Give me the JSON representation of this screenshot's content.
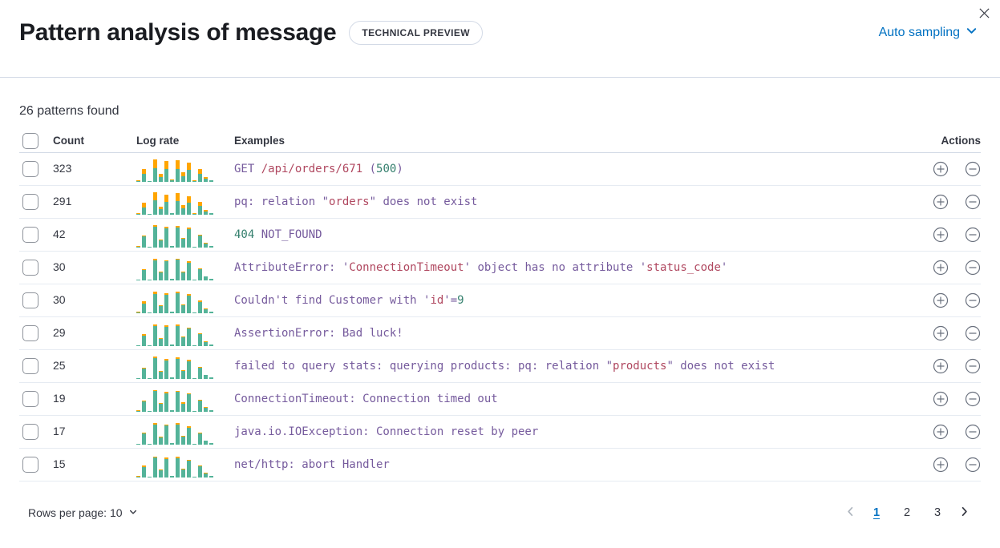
{
  "header": {
    "title": "Pattern analysis of message",
    "badge": "TECHNICAL PREVIEW",
    "sampling_label": "Auto sampling"
  },
  "summary": "26 patterns found",
  "table": {
    "columns": {
      "count": "Count",
      "log_rate": "Log rate",
      "examples": "Examples",
      "actions": "Actions"
    },
    "rows": [
      {
        "count": "323",
        "example": [
          {
            "t": "GET ",
            "c": "f"
          },
          {
            "t": "/api/orders/671",
            "c": "v"
          },
          {
            "t": " (",
            "c": "f"
          },
          {
            "t": "500",
            "c": "n"
          },
          {
            "t": ")",
            "c": "f"
          }
        ],
        "spark": [
          [
            1,
            1
          ],
          [
            10,
            6
          ],
          [
            1,
            0
          ],
          [
            17,
            11
          ],
          [
            6,
            4
          ],
          [
            16,
            10
          ],
          [
            2,
            1
          ],
          [
            16,
            11
          ],
          [
            7,
            5
          ],
          [
            15,
            9
          ],
          [
            1,
            1
          ],
          [
            10,
            6
          ],
          [
            4,
            2
          ],
          [
            2,
            0
          ]
        ]
      },
      {
        "count": "291",
        "example": [
          {
            "t": "pq: relation \"",
            "c": "f"
          },
          {
            "t": "orders",
            "c": "v"
          },
          {
            "t": "\" does not exist",
            "c": "f"
          }
        ],
        "spark": [
          [
            1,
            1
          ],
          [
            9,
            6
          ],
          [
            1,
            0
          ],
          [
            18,
            10
          ],
          [
            7,
            3
          ],
          [
            16,
            9
          ],
          [
            2,
            0
          ],
          [
            17,
            10
          ],
          [
            8,
            4
          ],
          [
            15,
            8
          ],
          [
            1,
            1
          ],
          [
            11,
            5
          ],
          [
            4,
            2
          ],
          [
            2,
            0
          ]
        ]
      },
      {
        "count": "42",
        "example": [
          {
            "t": "404",
            "c": "n"
          },
          {
            "t": " NOT_FOUND",
            "c": "f"
          }
        ],
        "spark": [
          [
            1,
            1
          ],
          [
            14,
            1
          ],
          [
            1,
            0
          ],
          [
            26,
            2
          ],
          [
            9,
            1
          ],
          [
            24,
            2
          ],
          [
            2,
            0
          ],
          [
            25,
            2
          ],
          [
            11,
            1
          ],
          [
            23,
            2
          ],
          [
            1,
            0
          ],
          [
            15,
            1
          ],
          [
            5,
            1
          ],
          [
            2,
            0
          ]
        ]
      },
      {
        "count": "30",
        "example": [
          {
            "t": "AttributeError: '",
            "c": "f"
          },
          {
            "t": "ConnectionTimeout",
            "c": "v"
          },
          {
            "t": "' object has no attribute '",
            "c": "f"
          },
          {
            "t": "status_code",
            "c": "v"
          },
          {
            "t": "'",
            "c": "f"
          }
        ],
        "spark": [
          [
            1,
            0
          ],
          [
            13,
            1
          ],
          [
            1,
            0
          ],
          [
            25,
            2
          ],
          [
            10,
            1
          ],
          [
            24,
            1
          ],
          [
            2,
            0
          ],
          [
            26,
            1
          ],
          [
            10,
            1
          ],
          [
            22,
            2
          ],
          [
            1,
            0
          ],
          [
            14,
            1
          ],
          [
            5,
            0
          ],
          [
            2,
            0
          ]
        ]
      },
      {
        "count": "30",
        "example": [
          {
            "t": "Couldn't find Customer with '",
            "c": "f"
          },
          {
            "t": "id",
            "c": "v"
          },
          {
            "t": "'=",
            "c": "f"
          },
          {
            "t": "9",
            "c": "n"
          }
        ],
        "spark": [
          [
            1,
            1
          ],
          [
            12,
            3
          ],
          [
            1,
            0
          ],
          [
            24,
            3
          ],
          [
            9,
            1
          ],
          [
            23,
            2
          ],
          [
            2,
            0
          ],
          [
            25,
            2
          ],
          [
            10,
            1
          ],
          [
            22,
            2
          ],
          [
            1,
            0
          ],
          [
            14,
            2
          ],
          [
            5,
            1
          ],
          [
            2,
            0
          ]
        ]
      },
      {
        "count": "29",
        "example": [
          {
            "t": "AssertionError: Bad luck!",
            "c": "f"
          }
        ],
        "spark": [
          [
            1,
            0
          ],
          [
            13,
            2
          ],
          [
            1,
            0
          ],
          [
            25,
            2
          ],
          [
            9,
            1
          ],
          [
            24,
            2
          ],
          [
            2,
            0
          ],
          [
            25,
            2
          ],
          [
            11,
            1
          ],
          [
            22,
            1
          ],
          [
            1,
            0
          ],
          [
            15,
            1
          ],
          [
            5,
            1
          ],
          [
            2,
            0
          ]
        ]
      },
      {
        "count": "25",
        "example": [
          {
            "t": "failed to query stats: querying products: pq: relation \"",
            "c": "f"
          },
          {
            "t": "products",
            "c": "v"
          },
          {
            "t": "\" does not exist",
            "c": "f"
          }
        ],
        "spark": [
          [
            1,
            0
          ],
          [
            13,
            1
          ],
          [
            1,
            0
          ],
          [
            26,
            2
          ],
          [
            9,
            1
          ],
          [
            23,
            2
          ],
          [
            2,
            0
          ],
          [
            25,
            2
          ],
          [
            10,
            1
          ],
          [
            22,
            2
          ],
          [
            1,
            0
          ],
          [
            14,
            1
          ],
          [
            5,
            0
          ],
          [
            2,
            0
          ]
        ]
      },
      {
        "count": "19",
        "example": [
          {
            "t": "ConnectionTimeout: Connection timed out",
            "c": "f"
          }
        ],
        "spark": [
          [
            1,
            1
          ],
          [
            13,
            1
          ],
          [
            1,
            0
          ],
          [
            26,
            1
          ],
          [
            10,
            1
          ],
          [
            23,
            2
          ],
          [
            2,
            0
          ],
          [
            25,
            1
          ],
          [
            10,
            2
          ],
          [
            22,
            1
          ],
          [
            1,
            0
          ],
          [
            14,
            1
          ],
          [
            5,
            1
          ],
          [
            2,
            0
          ]
        ]
      },
      {
        "count": "17",
        "example": [
          {
            "t": "java.io.IOException: Connection reset by peer",
            "c": "f"
          }
        ],
        "spark": [
          [
            1,
            0
          ],
          [
            14,
            1
          ],
          [
            1,
            0
          ],
          [
            25,
            2
          ],
          [
            9,
            1
          ],
          [
            24,
            1
          ],
          [
            2,
            0
          ],
          [
            25,
            2
          ],
          [
            10,
            1
          ],
          [
            21,
            2
          ],
          [
            1,
            0
          ],
          [
            14,
            1
          ],
          [
            5,
            0
          ],
          [
            2,
            0
          ]
        ]
      },
      {
        "count": "15",
        "example": [
          {
            "t": "net/http: abort Handler",
            "c": "f"
          }
        ],
        "spark": [
          [
            1,
            1
          ],
          [
            13,
            2
          ],
          [
            1,
            0
          ],
          [
            25,
            1
          ],
          [
            9,
            1
          ],
          [
            23,
            2
          ],
          [
            2,
            0
          ],
          [
            24,
            2
          ],
          [
            10,
            1
          ],
          [
            21,
            1
          ],
          [
            1,
            0
          ],
          [
            14,
            1
          ],
          [
            5,
            1
          ],
          [
            2,
            0
          ]
        ]
      }
    ]
  },
  "footer": {
    "rows_per_page_label": "Rows per page: 10",
    "pages": [
      "1",
      "2",
      "3"
    ],
    "active_page": "1"
  },
  "colors": {
    "spark_teal": "#54b399",
    "spark_orange": "#ffa500",
    "token_fixed_purple": "#765b9d",
    "token_variable_crimson": "#b04860",
    "token_number_green": "#35806e",
    "link_blue": "#0071c2"
  }
}
